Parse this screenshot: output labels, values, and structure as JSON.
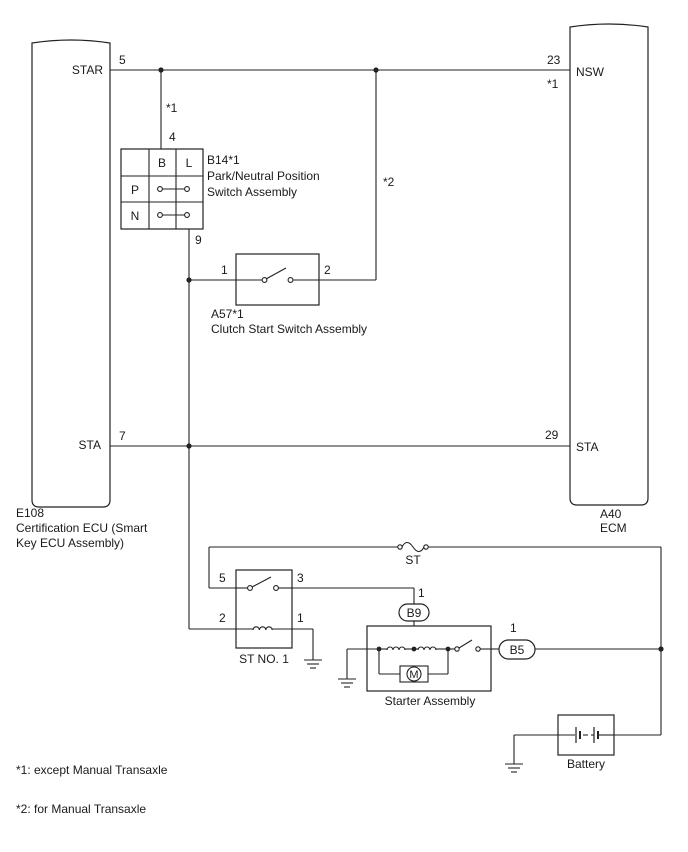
{
  "ecu_left": {
    "code": "E108",
    "name_line1": "Certification ECU (Smart",
    "name_line2": "Key ECU Assembly)",
    "pins": [
      {
        "pin": "5",
        "signal": "STAR"
      },
      {
        "pin": "7",
        "signal": "STA"
      }
    ]
  },
  "ecu_right": {
    "code": "A40",
    "name": "ECM",
    "pins": [
      {
        "pin": "23",
        "signal": "NSW",
        "note": "*1"
      },
      {
        "pin": "29",
        "signal": "STA"
      }
    ]
  },
  "park_neutral_switch": {
    "code": "B14*1",
    "name_line1": "Park/Neutral Position",
    "name_line2": "Switch Assembly",
    "pin_in": "4",
    "pin_out": "9",
    "note_in": "*1",
    "columns": [
      "B",
      "L"
    ],
    "rows": [
      "P",
      "N"
    ]
  },
  "clutch_switch": {
    "code": "A57*1",
    "name": "Clutch Start Switch Assembly",
    "pin_left": "1",
    "pin_right": "2",
    "note": "*2"
  },
  "relay": {
    "name": "ST NO. 1",
    "pins": [
      "5",
      "3",
      "2",
      "1"
    ]
  },
  "fuse": {
    "name": "ST"
  },
  "starter": {
    "name": "Starter Assembly",
    "motor_label": "M",
    "connector_b9": "B9",
    "connector_b9_pin": "1",
    "connector_b5": "B5",
    "connector_b5_pin": "1"
  },
  "battery": {
    "name": "Battery"
  },
  "footnotes": [
    "*1: except Manual Transaxle",
    "*2: for Manual Transaxle"
  ]
}
